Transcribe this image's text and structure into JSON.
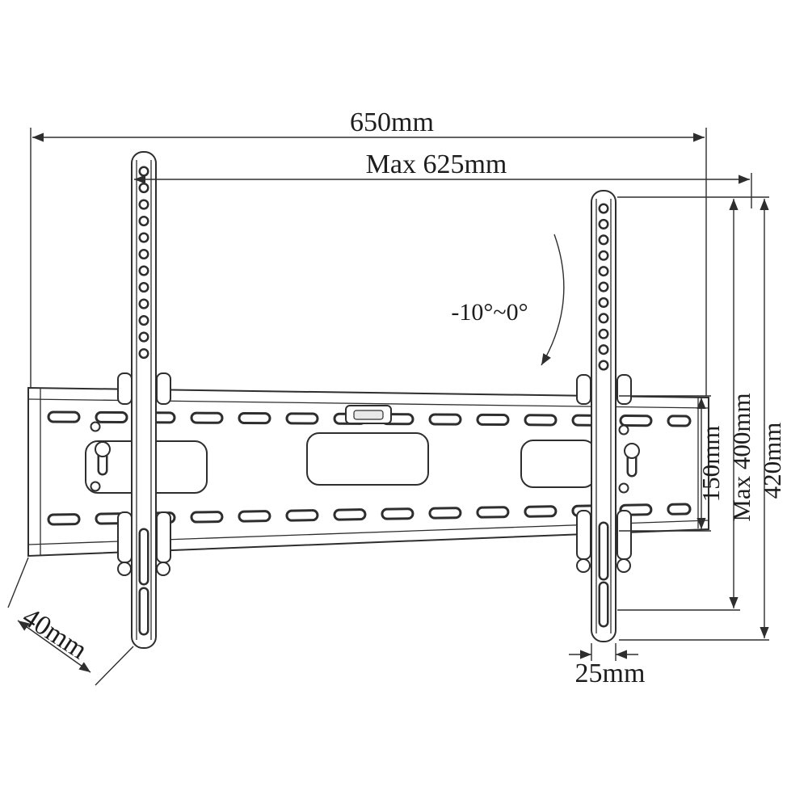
{
  "diagram": {
    "title": "TV wall mount bracket dimension drawing",
    "labels": {
      "total_width": "650mm",
      "max_mount_width": "Max 625mm",
      "tilt_range": "-10°~0°",
      "plate_height": "150mm",
      "max_mount_height": "Max 400mm",
      "bracket_height": "420mm",
      "depth": "40mm",
      "bracket_width": "25mm"
    },
    "colors": {
      "line": "#2e2e2e",
      "background": "#ffffff",
      "text": "#1d1d1d"
    }
  }
}
